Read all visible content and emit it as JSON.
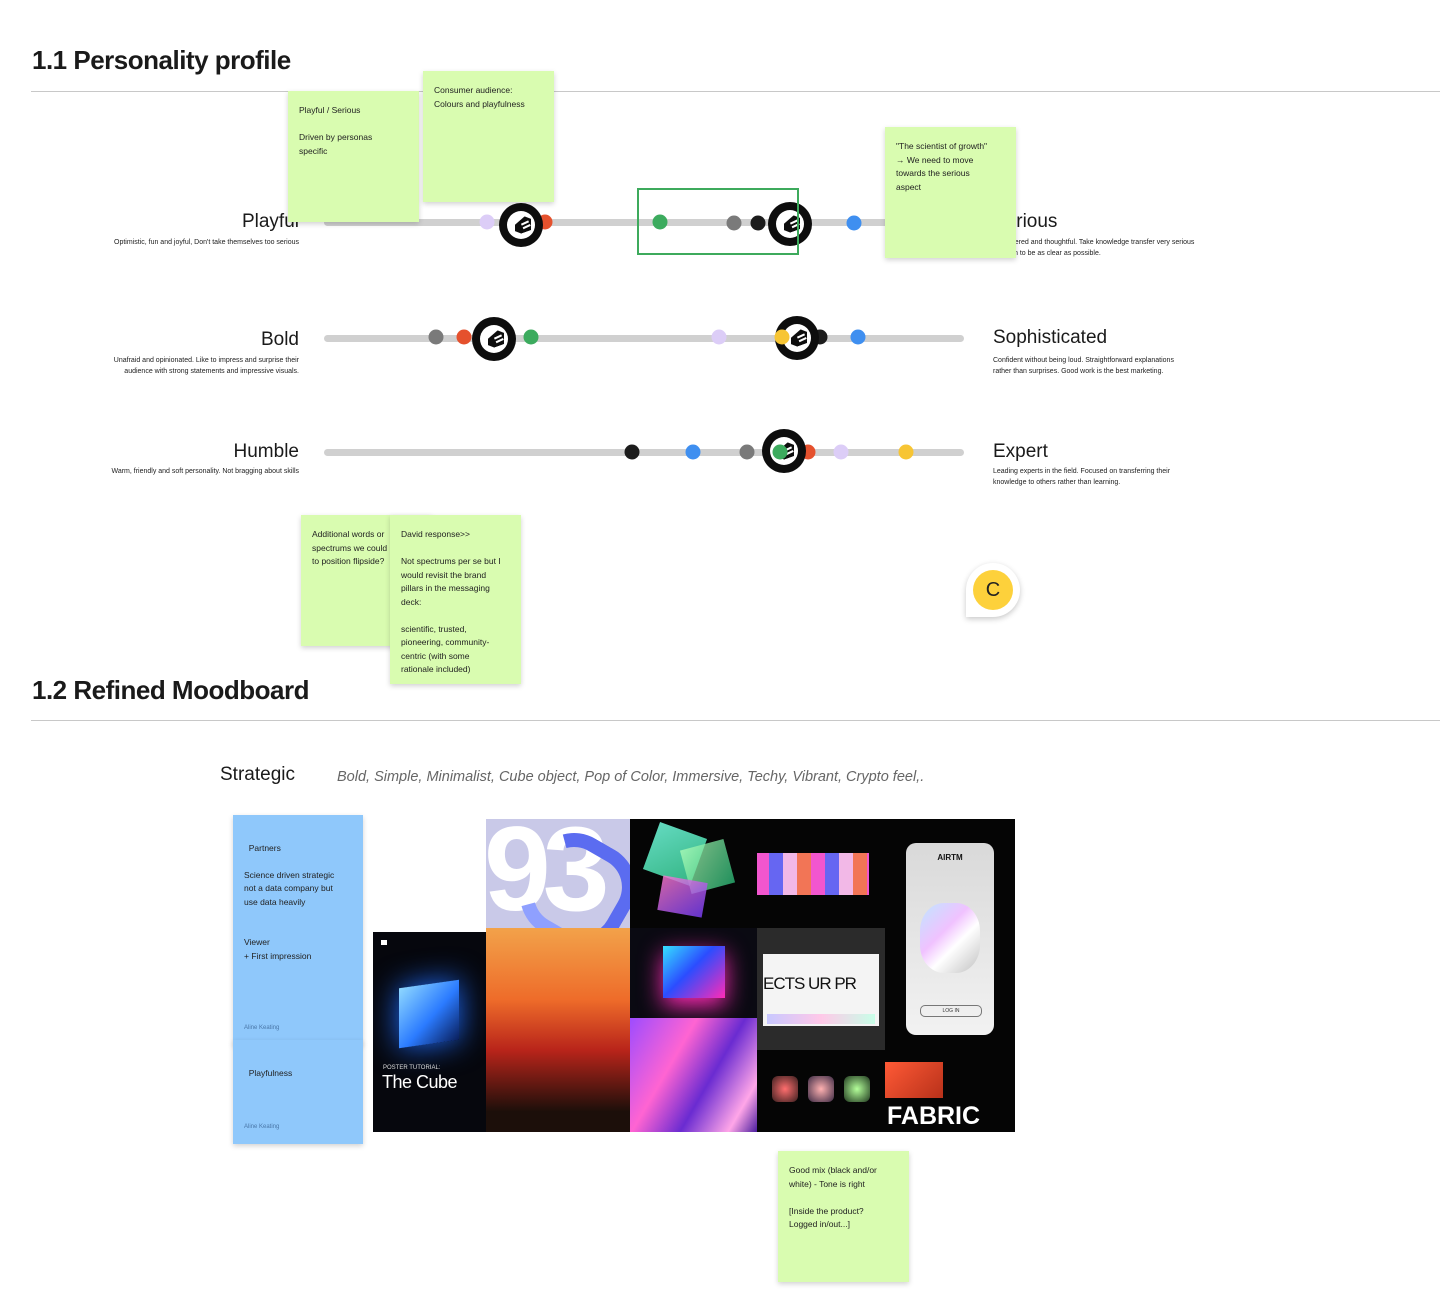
{
  "sections": {
    "personality_title": "1.1 Personality profile",
    "moodboard_title": "1.2 Refined Moodboard"
  },
  "spectrums": [
    {
      "left_label": "Playful",
      "left_desc": "Optimistic, fun and joyful, Don't take themselves too serious",
      "right_label": "Serious",
      "right_desc": "Considered and thoughtful. Take knowledge transfer very serious and aim to be as clear as possible."
    },
    {
      "left_label": "Bold",
      "left_desc": "Unafraid and opinionated. Like to impress and surprise their audience with strong statements and impressive visuals.",
      "right_label": "Sophisticated",
      "right_desc": "Confident without being loud. Straightforward explanations rather than surprises. Good work is the best marketing."
    },
    {
      "left_label": "Humble",
      "left_desc": "Warm, friendly and soft personality. Not bragging about skills",
      "right_label": "Expert",
      "right_desc": "Leading experts in the field. Focused on transferring their knowledge to others rather than learning."
    }
  ],
  "marker_colors": {
    "lavender": "#dccdf7",
    "yellow": "#f7c534",
    "red": "#e5512d",
    "green": "#3cab5e",
    "gray": "#7a7a7a",
    "black": "#1c1c1c",
    "blue": "#3f8ff0"
  },
  "stickies": {
    "playful_serious": "Playful / Serious\n\nDriven by personas\nspecific",
    "consumer": "Consumer audience:\nColours and playfulness",
    "scientist": "\"The scientist of growth\"\n→ We need to move\ntowards the serious\naspect",
    "additional": "Additional words or\nspectrums we could\nto position flipside?",
    "david": "David response>>\n\nNot spectrums per se but I\nwould revisit the brand\npillars in the messaging\ndeck:\n\nscientific, trusted,\npioneering, community-\ncentric (with some\nrationale included)",
    "partners": "Partners\n\nScience driven strategic\nnot a data company but\nuse data heavily\n\n\nViewer\n+ First impression",
    "playfulness": "Playfulness",
    "author": "Aline Keating",
    "good_mix": "Good mix (black and/or\nwhite) - Tone is right\n\n[Inside the product?\nLogged in/out...]"
  },
  "avatar": {
    "initial": "C"
  },
  "moodboard": {
    "strategic_label": "Strategic",
    "keywords": "Bold, Simple, Minimalist, Cube object, Pop of Color, Immersive, Techy, Vibrant, Crypto feel,.",
    "tiles": {
      "numeral": "93",
      "poster_kicker": "POSTER TUTORIAL:",
      "poster_title": "The Cube",
      "screen_text": "ECTS  UR PR",
      "phone_brand": "AIRTM",
      "phone_button": "LOG IN",
      "fabric": "FABRIC"
    }
  }
}
